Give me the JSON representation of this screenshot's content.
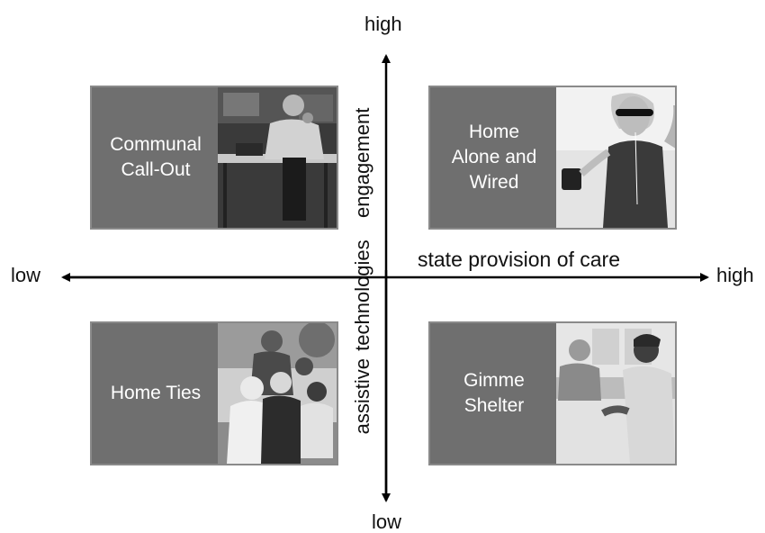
{
  "axes": {
    "vertical": {
      "top": "high",
      "bottom": "low",
      "label": "assistive technologies   engagement"
    },
    "horizontal": {
      "left": "low",
      "right": "high",
      "label": "state provision of care"
    }
  },
  "quadrants": {
    "top_left": {
      "title": "Communal\nCall-Out",
      "photo": "man-at-desk-photo"
    },
    "top_right": {
      "title": "Home\nAlone and\nWired",
      "photo": "woman-with-sunglasses-photo"
    },
    "bottom_left": {
      "title": "Home Ties",
      "photo": "family-group-photo"
    },
    "bottom_right": {
      "title": "Gimme\nShelter",
      "photo": "elderly-at-table-photo"
    }
  }
}
